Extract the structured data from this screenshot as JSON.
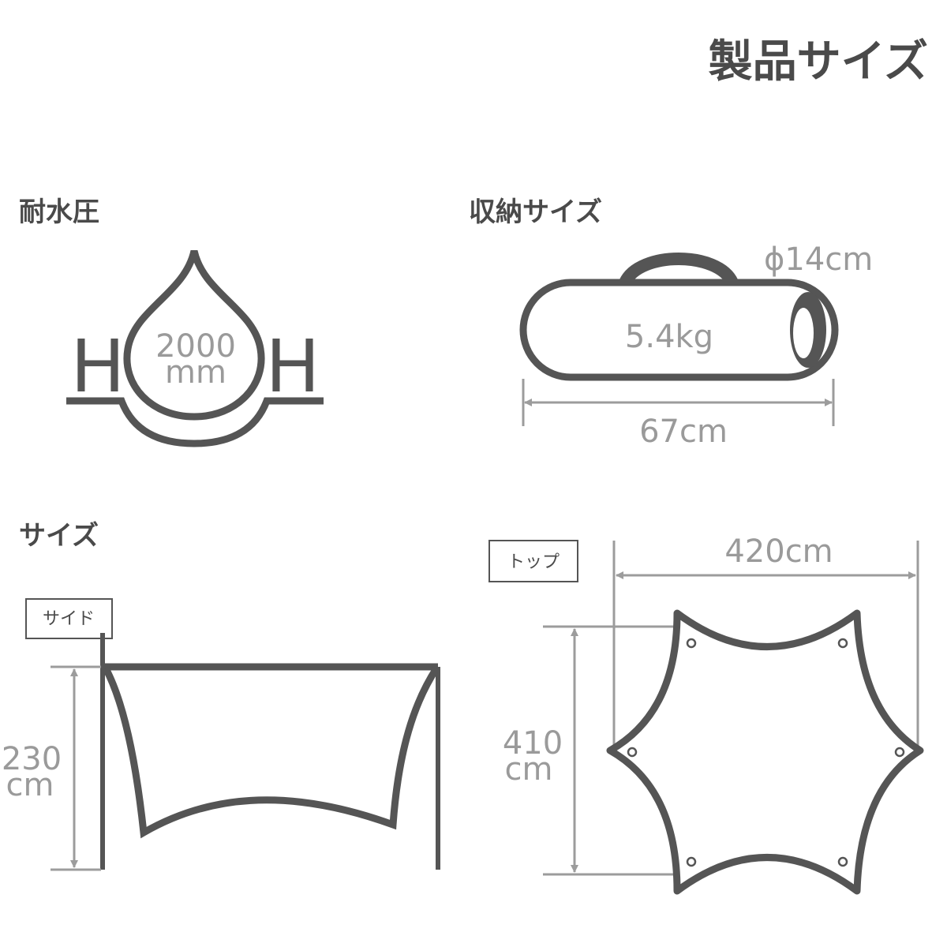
{
  "page_title": "製品サイズ",
  "water": {
    "heading": "耐水圧",
    "value": "2000",
    "unit": "mm",
    "h_left": "H",
    "h_right": "H"
  },
  "storage": {
    "heading": "収納サイズ",
    "diameter": "ϕ14cm",
    "weight": "5.4kg",
    "length": "67cm"
  },
  "size": {
    "heading": "サイズ",
    "side_tag": "サイド",
    "top_tag": "トップ",
    "height_value": "230",
    "height_unit": "cm",
    "width": "420cm",
    "depth_value": "410",
    "depth_unit": "cm"
  }
}
